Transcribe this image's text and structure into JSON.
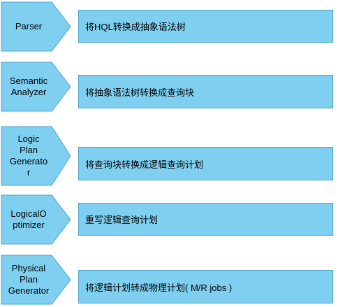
{
  "stages": [
    {
      "label": "Parser",
      "description": "将HQL转换成抽象语法树"
    },
    {
      "label": "Semantic\nAnalyzer",
      "description": "将抽象语法树转换成查询块"
    },
    {
      "label": "Logic\nPlan\nGenerato\nr",
      "description": "将查询块转换成逻辑查询计划"
    },
    {
      "label": "LogicalO\nptimizer",
      "description": "重写逻辑查询计划"
    },
    {
      "label": "Physical\nPlan\nGenerator",
      "description": "将逻辑计划转成物理计划( M/R jobs )"
    }
  ],
  "colors": {
    "fill": "#7fd0f0",
    "border": "#4ea4cc",
    "text": "#000000"
  }
}
